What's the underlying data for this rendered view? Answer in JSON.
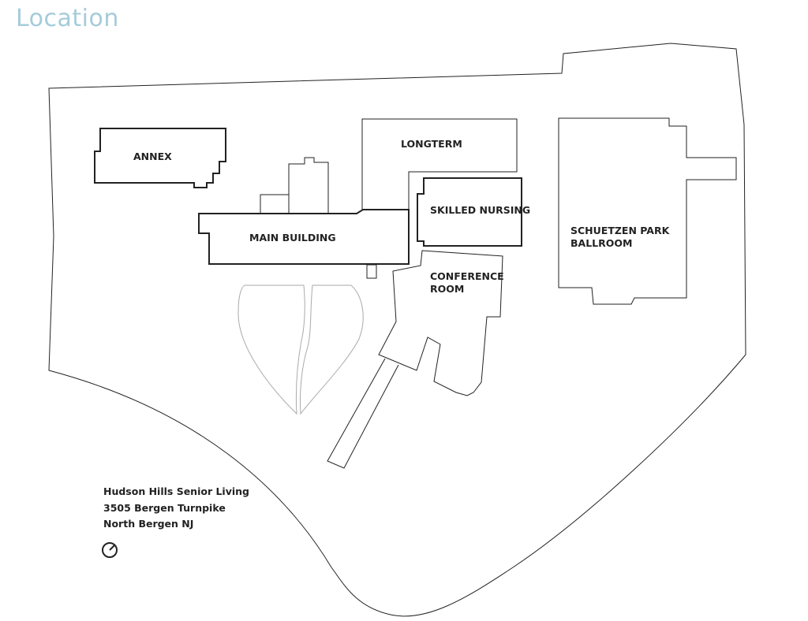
{
  "page": {
    "title": "Location"
  },
  "map": {
    "labels": {
      "annex": "ANNEX",
      "longterm": "LONGTERM",
      "skilled_nursing": "SKILLED NURSING",
      "main_building": "MAIN BUILDING",
      "conference_line1": "CONFERENCE",
      "conference_line2": "ROOM",
      "schuetzen_line1": "SCHUETZEN PARK",
      "schuetzen_line2": "BALLROOM"
    },
    "compass_icon": "compass-icon"
  },
  "address": {
    "line1": "Hudson Hills Senior Living",
    "line2": "3505 Bergen Turnpike",
    "line3": "North Bergen NJ"
  },
  "colors": {
    "title": "#a5ccda",
    "building_outline": "#222222",
    "path_outline": "#aaaaaa"
  }
}
